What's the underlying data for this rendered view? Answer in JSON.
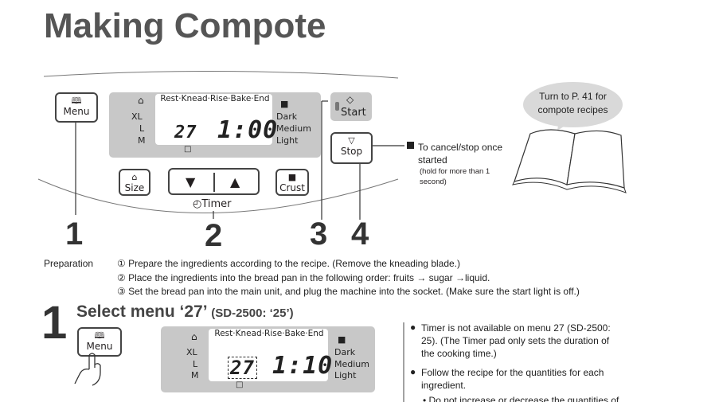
{
  "title": "Making Compote",
  "top_panel": {
    "menu_label": "Menu",
    "progress": "Rest·Knead·Rise·Bake·End",
    "size_labels": [
      "XL",
      "L",
      "M"
    ],
    "crust_labels": [
      "Dark",
      "Medium",
      "Light"
    ],
    "menu_number": "27",
    "time": "1:00",
    "start_label": "Start",
    "stop_label": "Stop",
    "size_button": "Size",
    "crust_button": "Crust",
    "timer_label": "Timer",
    "stop_note": "To cancel/stop once started",
    "stop_note_sub": "(hold for more than 1 second)"
  },
  "callout": {
    "bubble_text": "Turn to P. 41 for compote recipes"
  },
  "numbers": [
    "1",
    "2",
    "3",
    "4"
  ],
  "preparation": {
    "label": "Preparation",
    "steps": [
      "① Prepare the ingredients according to the recipe. (Remove the kneading blade.)",
      "② Place the ingredients into the bread pan in the following order: fruits → sugar →liquid.",
      "③ Set the bread pan into the main unit, and plug the machine into the socket. (Make sure the start light is off.)"
    ]
  },
  "step1": {
    "number": "1",
    "heading": "Select menu ‘27’",
    "heading_sub": "(SD-2500: ‘25’)",
    "menu_label": "Menu",
    "progress": "Rest·Knead·Rise·Bake·End",
    "size_labels": [
      "XL",
      "L",
      "M"
    ],
    "crust_labels": [
      "Dark",
      "Medium",
      "Light"
    ],
    "menu_number": "27",
    "time": "1:10"
  },
  "notes": [
    "Timer is not available on menu 27 (SD-2500: 25). (The Timer pad only sets the duration of the cooking time.)",
    "Follow the recipe for the quantities for each ingredient.",
    "• Do not increase or decrease the quantities of"
  ]
}
